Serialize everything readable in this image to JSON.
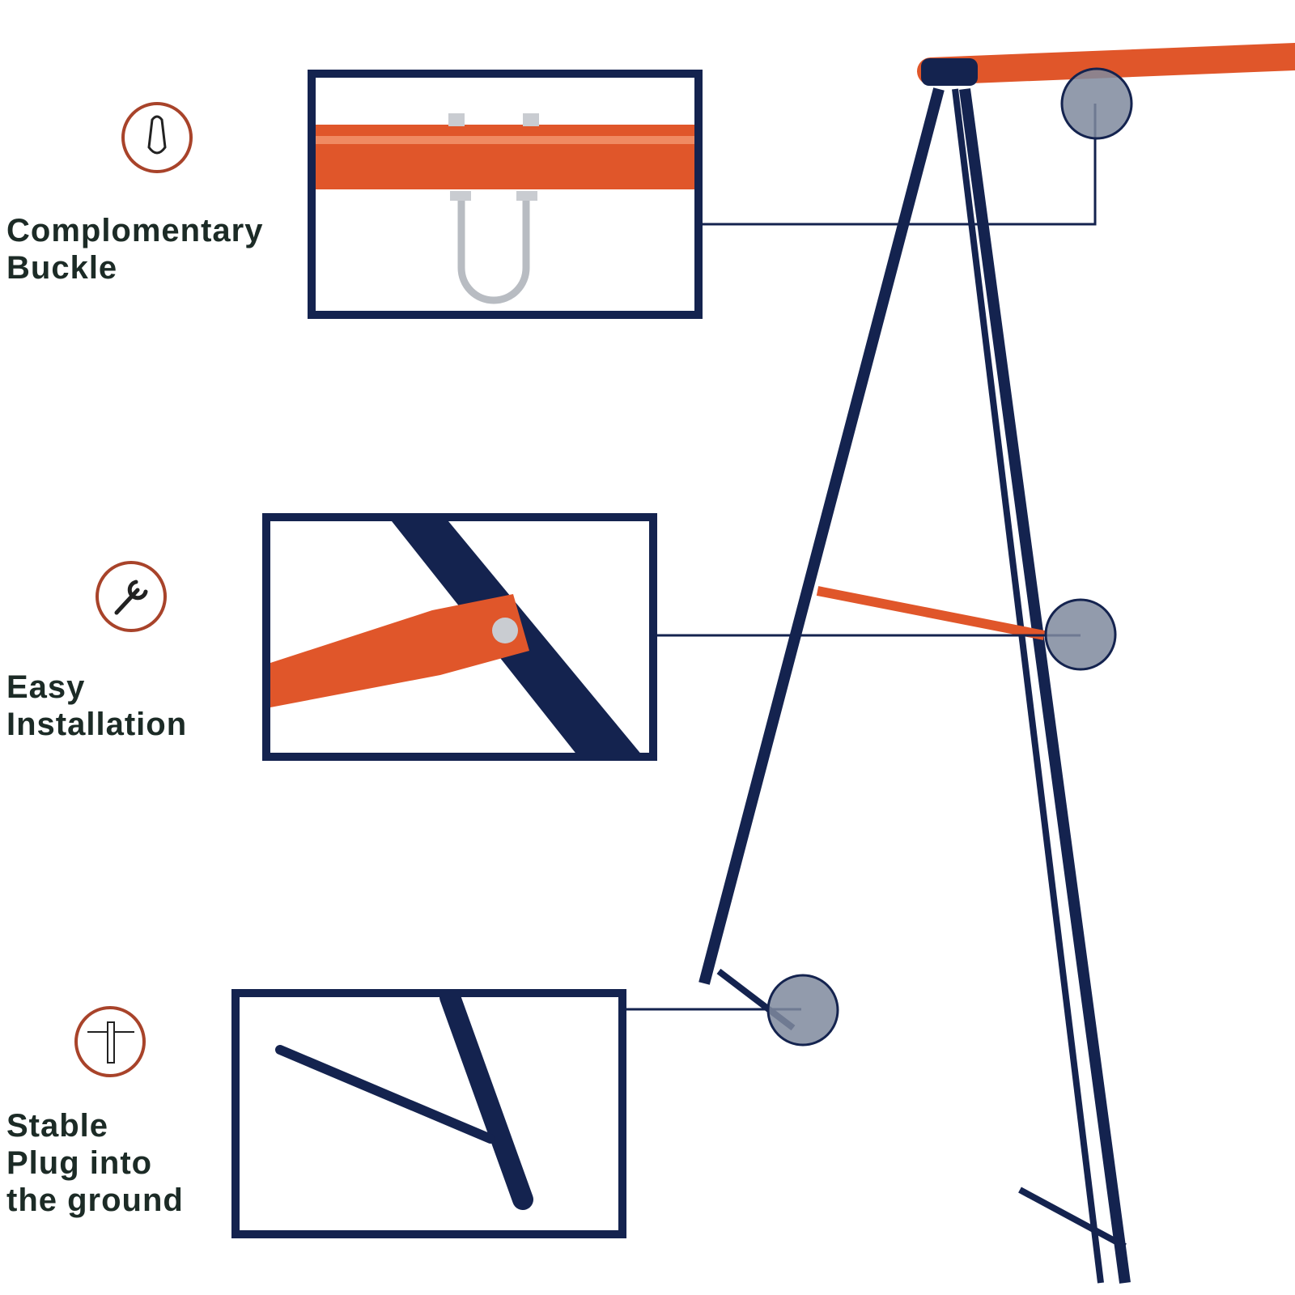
{
  "features": [
    {
      "icon": "carabiner-icon",
      "lines": [
        "Complomentary",
        "Buckle"
      ]
    },
    {
      "icon": "wrench-icon",
      "lines": [
        "Easy",
        "Installation"
      ]
    },
    {
      "icon": "ground-stake-icon",
      "lines": [
        "Stable",
        "Plug into",
        "the ground"
      ]
    }
  ],
  "colors": {
    "frame": "#14234f",
    "beam": "#e0562a",
    "accent": "#a8432a",
    "text": "#1c2b26",
    "marker": "#7f8a9e"
  }
}
